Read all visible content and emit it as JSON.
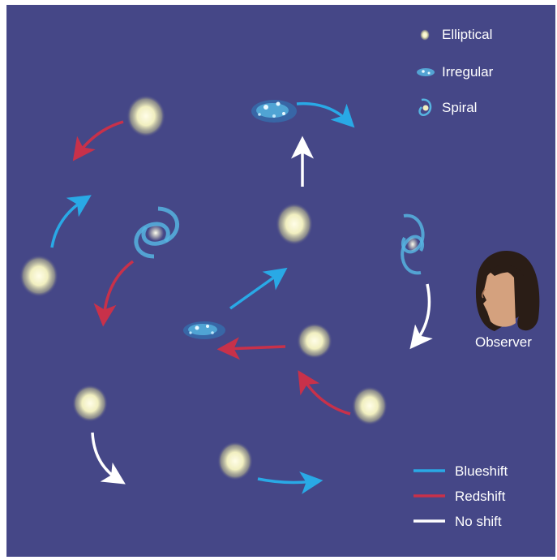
{
  "legend_types": {
    "elliptical": "Elliptical",
    "irregular": "Irregular",
    "spiral": "Spiral"
  },
  "legend_shifts": {
    "blueshift": "Blueshift",
    "redshift": "Redshift",
    "no_shift": "No shift"
  },
  "observer_label": "Observer",
  "colors": {
    "background": "#454787",
    "blueshift": "#29a9e6",
    "redshift": "#c8314a",
    "no_shift": "#ffffff",
    "elliptical": "#f1efc0",
    "irregular_spiral": "#56b4e0"
  }
}
